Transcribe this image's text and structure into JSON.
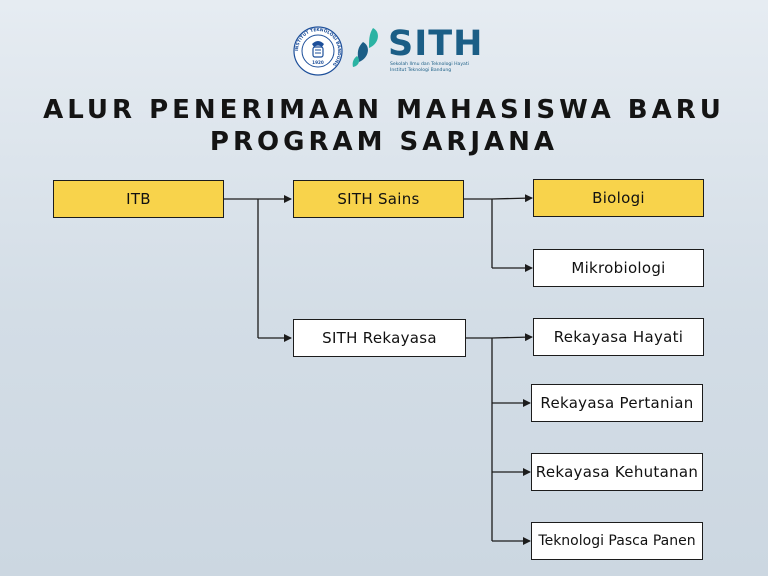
{
  "header": {
    "logo_itb": {
      "ring_text": "INSTITUT TEKNOLOGI BANDUNG",
      "year": "1920"
    },
    "logo_sith": {
      "wordmark": "SITH",
      "tagline_1": "Sekolah Ilmu dan Teknologi Hayati",
      "tagline_2": "Institut Teknologi Bandung"
    }
  },
  "title": {
    "line1": "ALUR PENERIMAAN MAHASISWA BARU",
    "line2": "PROGRAM SARJANA"
  },
  "nodes": {
    "itb": "ITB",
    "sith_sains": "SITH Sains",
    "sith_rekayasa": "SITH Rekayasa",
    "biologi": "Biologi",
    "mikrobiologi": "Mikrobiologi",
    "rekayasa_hayati": "Rekayasa Hayati",
    "rekayasa_pertanian": "Rekayasa Pertanian",
    "rekayasa_kehutanan": "Rekayasa Kehutanan",
    "teknologi_pasca_panen": "Teknologi Pasca Panen"
  },
  "colors": {
    "highlight": "#f8d34b",
    "plain": "#ffffff",
    "brand": "#1b5e86",
    "brand_accent": "#2bb3a3"
  }
}
